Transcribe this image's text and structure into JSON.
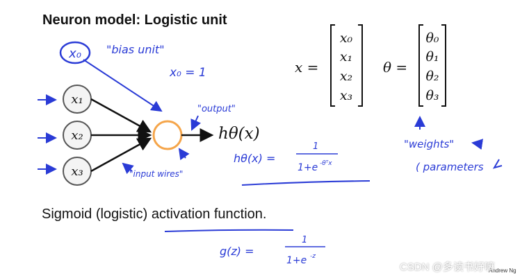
{
  "slide": {
    "title": "Neuron model: Logistic unit",
    "subtitle": "Sigmoid (logistic) activation function.",
    "credit": "Andrew Ng",
    "watermark": "CSDN @多读书好嘛"
  },
  "neuron": {
    "bias_node": "x₀",
    "input_nodes": [
      "x₁",
      "x₂",
      "x₃"
    ],
    "output_label": "hθ(x)",
    "colors": {
      "output_node": "#f5a54a",
      "ink": "#2a3bd6"
    }
  },
  "annotations": {
    "bias_unit": "\"bias unit\"",
    "bias_value": "x₀ = 1",
    "output": "\"output\"",
    "input_wires": "\"input wires\"",
    "weights": "\"weights\"",
    "parameters": "( parameters",
    "h_lhs": "hθ(x) =",
    "h_num": "1",
    "h_den": "1+e",
    "h_exp": "-θᵀx",
    "g_lhs": "g(z) =",
    "g_num": "1",
    "g_den": "1+e",
    "g_exp": "-z"
  },
  "vectors": {
    "x_label": "x =",
    "x_entries": [
      "x₀",
      "x₁",
      "x₂",
      "x₃"
    ],
    "theta_label": "θ =",
    "theta_entries": [
      "θ₀",
      "θ₁",
      "θ₂",
      "θ₃"
    ]
  }
}
